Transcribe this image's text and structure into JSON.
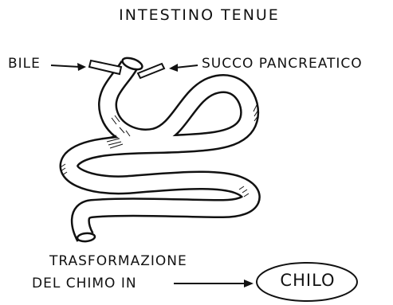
{
  "diagram": {
    "title": "INTESTINO TENUE",
    "labels": {
      "bile": "BILE",
      "succo": "SUCCO PANCREATICO",
      "trasformazione": "TRASFORMAZIONE",
      "del_chimo": "DEL CHIMO IN",
      "chilo": "CHILO"
    },
    "colors": {
      "ink": "#111111",
      "paper": "#ffffff"
    }
  }
}
